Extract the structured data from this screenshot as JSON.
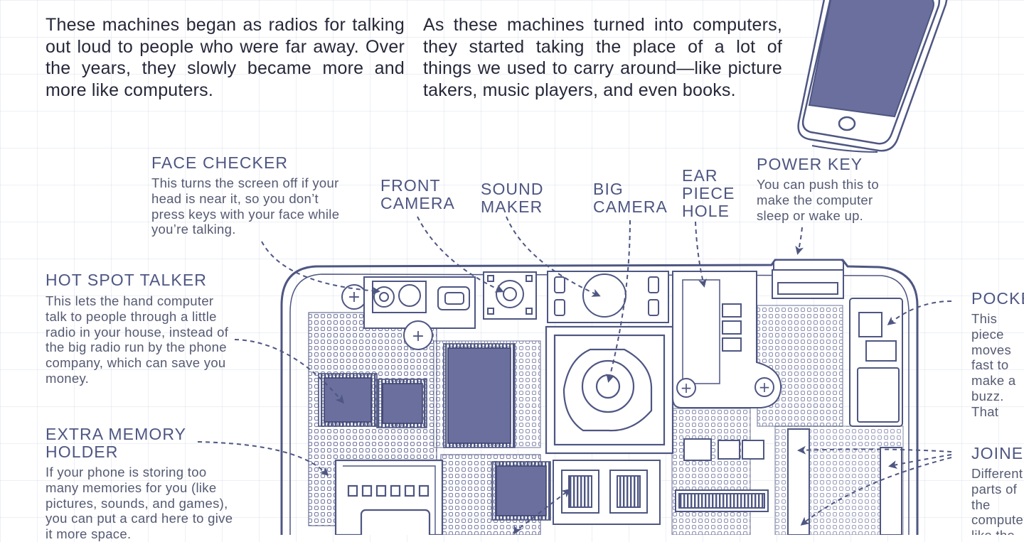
{
  "intro": {
    "left": "These machines began as radios for talking out loud to people who were far away. Over the years, they slowly became more and more like computers.",
    "right": "As these machines turned into computers, they started taking the place of a lot of things we used to carry around—like picture takers, music players, and even books."
  },
  "labels": {
    "face_checker": {
      "title": "FACE CHECKER",
      "desc": "This turns the screen off if your head is near it, so you don’t press keys with your face while you’re talking."
    },
    "front_camera": {
      "title": "FRONT CAMERA"
    },
    "sound_maker": {
      "title": "SOUND MAKER"
    },
    "big_camera": {
      "title": "BIG CAMERA"
    },
    "ear_piece_hole": {
      "title": "EAR PIECE HOLE"
    },
    "power_key": {
      "title": "POWER KEY",
      "desc": "You can push this to make the computer sleep or wake up."
    },
    "hot_spot_talker": {
      "title": "HOT SPOT TALKER",
      "desc": "This lets the hand computer talk to people through a little radio in your house, instead of the big radio run by the phone company, which can save you money."
    },
    "extra_memory_holder": {
      "title": "EXTRA MEMORY HOLDER",
      "desc": "If your phone is storing too many memories for you (like pictures, sounds, and games), you can put a card here to give it more space."
    },
    "pocket": {
      "title": "POCKET",
      "desc": "This piece moves fast to make a buzz. That way, you can get attention without making much noise. When it's on a hard surface, it can make a sound."
    },
    "joiners": {
      "title": "JOINERS",
      "desc": "Different parts of the computer, like the radio, talk to the rest of it when it works."
    }
  },
  "colors": {
    "ink": "#4e5682",
    "fill": "#6a6f9e",
    "text": "#26283a"
  }
}
